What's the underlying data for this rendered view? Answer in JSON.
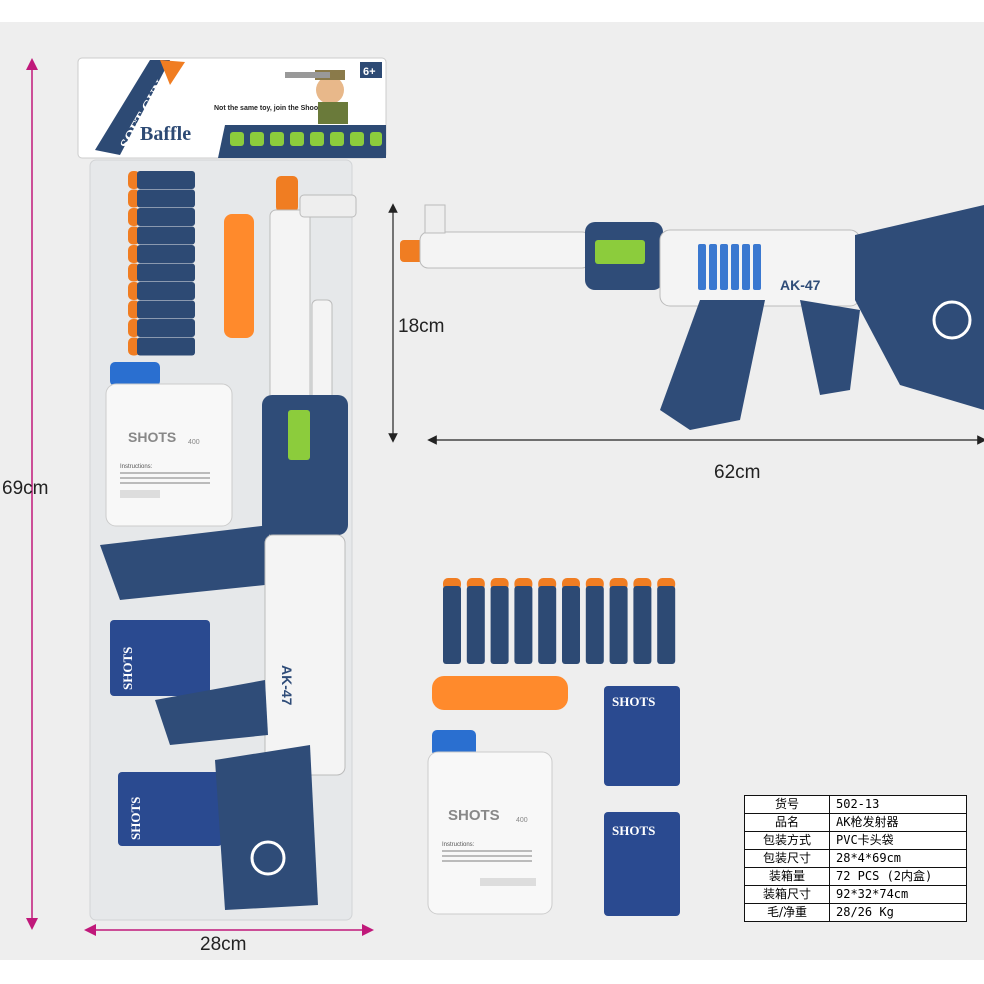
{
  "dimensions": {
    "height_total": "69cm",
    "width_package": "28cm",
    "gun_height": "18cm",
    "gun_length": "62cm"
  },
  "package_header": {
    "brand": "SOFT GUN",
    "logo": "Baffle",
    "age": "6+",
    "slogan": "Not the same toy, join the Shoot!"
  },
  "product": {
    "gun_label": "AK-47",
    "ammo_bottle_label": "SHOTS",
    "ammo_bottle_count": "400",
    "bottle_instructions_title": "Instructions:",
    "bag_label": "SHOTS"
  },
  "spec_table": [
    {
      "key": "货号",
      "value": "502-13"
    },
    {
      "key": "品名",
      "value": "AK枪发射器"
    },
    {
      "key": "包装方式",
      "value": "PVC卡头袋"
    },
    {
      "key": "包装尺寸",
      "value": "28*4*69cm"
    },
    {
      "key": "装箱量",
      "value": "72 PCS (2内盒)"
    },
    {
      "key": "装箱尺寸",
      "value": "92*32*74cm"
    },
    {
      "key": "毛/净重",
      "value": "28/26 Kg"
    }
  ],
  "colors": {
    "dimension_line": "#c0187a",
    "gun_navy": "#2f4c78",
    "gun_white": "#f4f4f4",
    "dart_blue": "#2d4a74",
    "dart_tip_orange": "#f07d22",
    "accent_green": "#8ccc3c"
  }
}
